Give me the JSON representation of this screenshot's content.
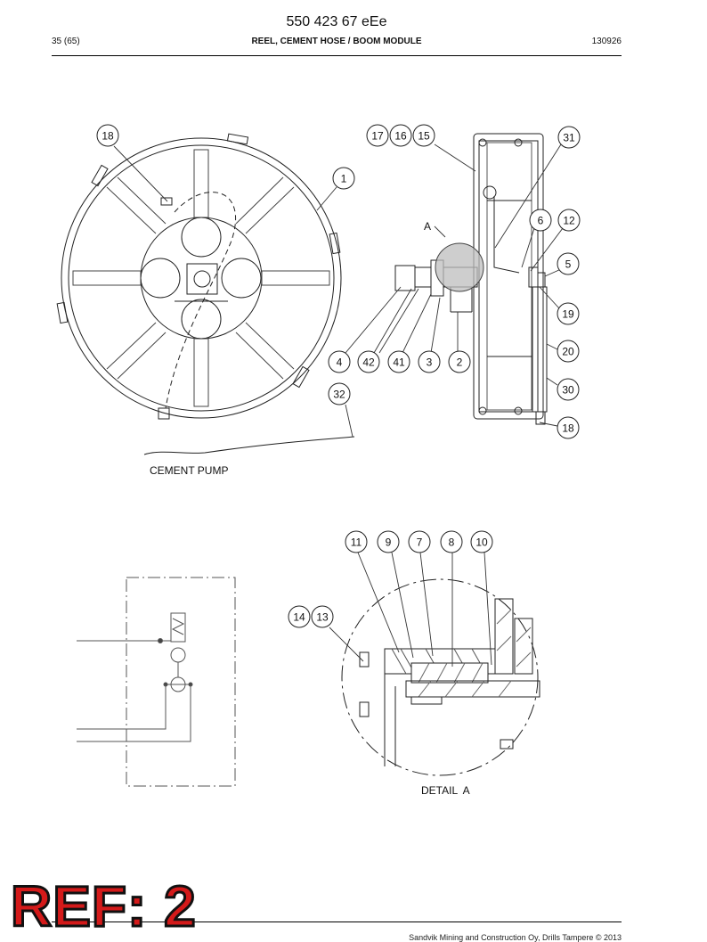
{
  "header": {
    "doc_number": "550 423 67 eEe",
    "page": "35 (65)",
    "title": "REEL, CEMENT HOSE / BOOM MODULE",
    "date": "130926"
  },
  "drawing": {
    "callouts_top_view": [
      "18"
    ],
    "callouts_side_view": [
      "17",
      "16",
      "15",
      "31",
      "1",
      "6",
      "12",
      "5",
      "19",
      "20",
      "30",
      "18",
      "4",
      "42",
      "41",
      "3",
      "2",
      "32"
    ],
    "detail_marker": "A",
    "cement_pump_label": "CEMENT PUMP",
    "callouts_detail": [
      "11",
      "9",
      "7",
      "8",
      "10",
      "14",
      "13"
    ],
    "detail_label": "DETAIL  A"
  },
  "footer": {
    "copyright": "Sandvik Mining and Construction Oy, Drills Tampere © 2013",
    "stamp": "REF: 2"
  }
}
